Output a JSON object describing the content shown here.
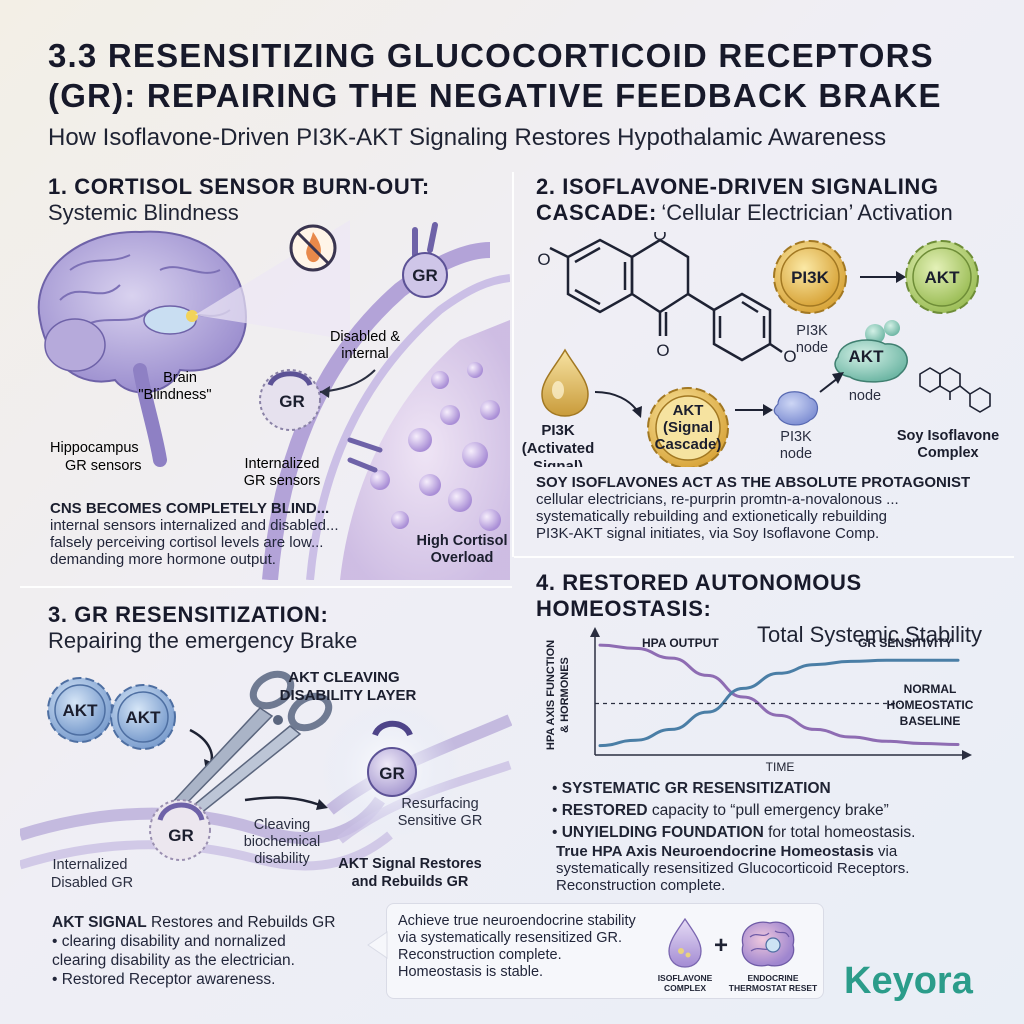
{
  "header": {
    "title_line1": "3.3 RESENSITIZING GLUCOCORTICOID RECEPTORS",
    "title_line2": "(GR): REPAIRING THE NEGATIVE FEEDBACK BRAKE",
    "subtitle": "How Isoflavone-Driven PI3K-AKT Signaling Restores Hypothalamic Awareness"
  },
  "panel1": {
    "heading": "1. CORTISOL SENSOR BURN-OUT:",
    "subheading": "Systemic Blindness",
    "labels": {
      "brain_blindness_1": "Brain",
      "brain_blindness_2": "\"Blindness\"",
      "hippocampus_1": "Hippocampus",
      "hippocampus_2": "GR sensors",
      "disabled_1": "Disabled &",
      "disabled_2": "internal",
      "internalized_1": "Internalized",
      "internalized_2": "GR sensors",
      "overload_1": "High Cortisol",
      "overload_2": "Overload",
      "gr": "GR"
    },
    "body_heading": "CNS BECOMES COMPLETELY BLIND...",
    "body_lines": [
      "internal sensors internalized and disabled...",
      "falsely perceiving cortisol levels are low...",
      "demanding more hormone output."
    ]
  },
  "panel2": {
    "heading_1": "2. ISOFLAVONE-DRIVEN SIGNALING",
    "heading_2": "CASCADE:",
    "heading_quote": "‘Cellular Electrician’ Activation",
    "labels": {
      "o_left": "O",
      "o_top": "O",
      "o_carbonyl": "O",
      "o_right": "O",
      "pi3k_gear": "PI3K",
      "akt_gear_top": "AKT",
      "pi3k_node_1": "PI3K",
      "pi3k_node_2": "node",
      "akt_node": "AKT",
      "akt_node_lbl": "node",
      "pi3k_activated_1": "PI3K",
      "pi3k_activated_2": "(Activated",
      "pi3k_activated_3": "Signal)",
      "akt_cascade_1": "AKT",
      "akt_cascade_2": "(Signal",
      "akt_cascade_3": "Cascade)",
      "pi3k_node_b1": "PI3K",
      "pi3k_node_b2": "node",
      "soy_1": "Soy Isoflavone",
      "soy_2": "Complex"
    },
    "body_heading": "SOY ISOFLAVONES ACT AS THE ABSOLUTE PROTAGONIST",
    "body_lines": [
      "cellular electricians, re-purprin promtn-a-novalonous ...",
      "systematically rebuilding and extionetically rebuilding",
      "PI3K-AKT signal initiates, via Soy Isoflavone Comp."
    ]
  },
  "panel3": {
    "heading": "3. GR RESENSITIZATION:",
    "subheading": "Repairing the emergency Brake",
    "labels": {
      "akt1": "AKT",
      "akt2": "AKT",
      "cleaving_layer_1": "AKT CLEAVING",
      "cleaving_layer_2": "DISABILITY LAYER",
      "gr_left": "GR",
      "gr_right": "GR",
      "cleaving_1": "Cleaving",
      "cleaving_2": "biochemical",
      "cleaving_3": "disability",
      "resurfacing_1": "Resurfacing",
      "resurfacing_2": "Sensitive GR",
      "internalized_1": "Internalized",
      "internalized_2": "Disabled GR",
      "akt_restores_1": "AKT Signal Restores",
      "akt_restores_2": "and Rebuilds GR"
    },
    "body_bold": "AKT SIGNAL",
    "body_rest": " Restores and Rebuilds GR",
    "body_lines": [
      "• clearing disability and nornalized",
      "clearing disability as the electrician.",
      "• Restored Receptor awareness."
    ]
  },
  "panel4": {
    "heading": "4. RESTORED AUTONOMOUS HOMEOSTASIS:",
    "subheading": "Total Systemic Stability",
    "bullets": [
      {
        "bold": "SYSTEMATIC GR RESENSITIZATION",
        "rest": ""
      },
      {
        "bold": "RESTORED",
        "rest": " capacity to “pull emergency brake”"
      },
      {
        "bold": "UNYIELDING FOUNDATION",
        "rest": " for total homeostasis."
      }
    ],
    "summary_bold": "True HPA Axis Neuroendocrine Homeostasis",
    "summary_rest": " via",
    "summary_lines": [
      "systematically resensitized Glucocorticoid Receptors.",
      "Reconstruction complete."
    ]
  },
  "chart_data": {
    "type": "line",
    "title": "",
    "xlabel": "TIME",
    "ylabel": "HPA AXIS FUNCTION & HORMONES",
    "ylabel_line1": "HPA AXIS FUNCTION",
    "ylabel_line2": "& HORMONES",
    "x": [
      0,
      0.1,
      0.2,
      0.3,
      0.4,
      0.5,
      0.6,
      0.7,
      0.8,
      0.9,
      1.0
    ],
    "xlim": [
      0,
      1
    ],
    "ylim": [
      0,
      1
    ],
    "series": [
      {
        "name": "HPA OUTPUT",
        "color": "#8e6cb3",
        "values": [
          0.98,
          0.95,
          0.86,
          0.7,
          0.5,
          0.33,
          0.2,
          0.13,
          0.09,
          0.07,
          0.06
        ]
      },
      {
        "name": "GR SENSITIVITY",
        "color": "#4a7ea6",
        "values": [
          0.05,
          0.1,
          0.2,
          0.36,
          0.58,
          0.72,
          0.8,
          0.83,
          0.84,
          0.84,
          0.84
        ]
      }
    ],
    "baseline": {
      "label_1": "NORMAL",
      "label_2": "HOMEOSTATIC",
      "label_3": "BASELINE",
      "value": 0.44
    },
    "grid": false
  },
  "callout": {
    "lines": [
      "Achieve true neuroendocrine stability",
      "via systematically resensitized GR.",
      "Reconstruction complete.",
      "Homeostasis is stable."
    ],
    "icon1_label": "ISOFLAVONE",
    "icon1_label2": "COMPLEX",
    "plus": "+",
    "icon2_label": "ENDOCRINE",
    "icon2_label2": "THERMOSTAT RESET"
  },
  "brand": {
    "logo": "Keyora",
    "accent": "#2b9c8a"
  },
  "colors": {
    "lavender": "#a597d4",
    "gold": "#e3b64b",
    "green": "#a9c96a",
    "teal": "#2b9c8a",
    "blue": "#7a98c8"
  }
}
